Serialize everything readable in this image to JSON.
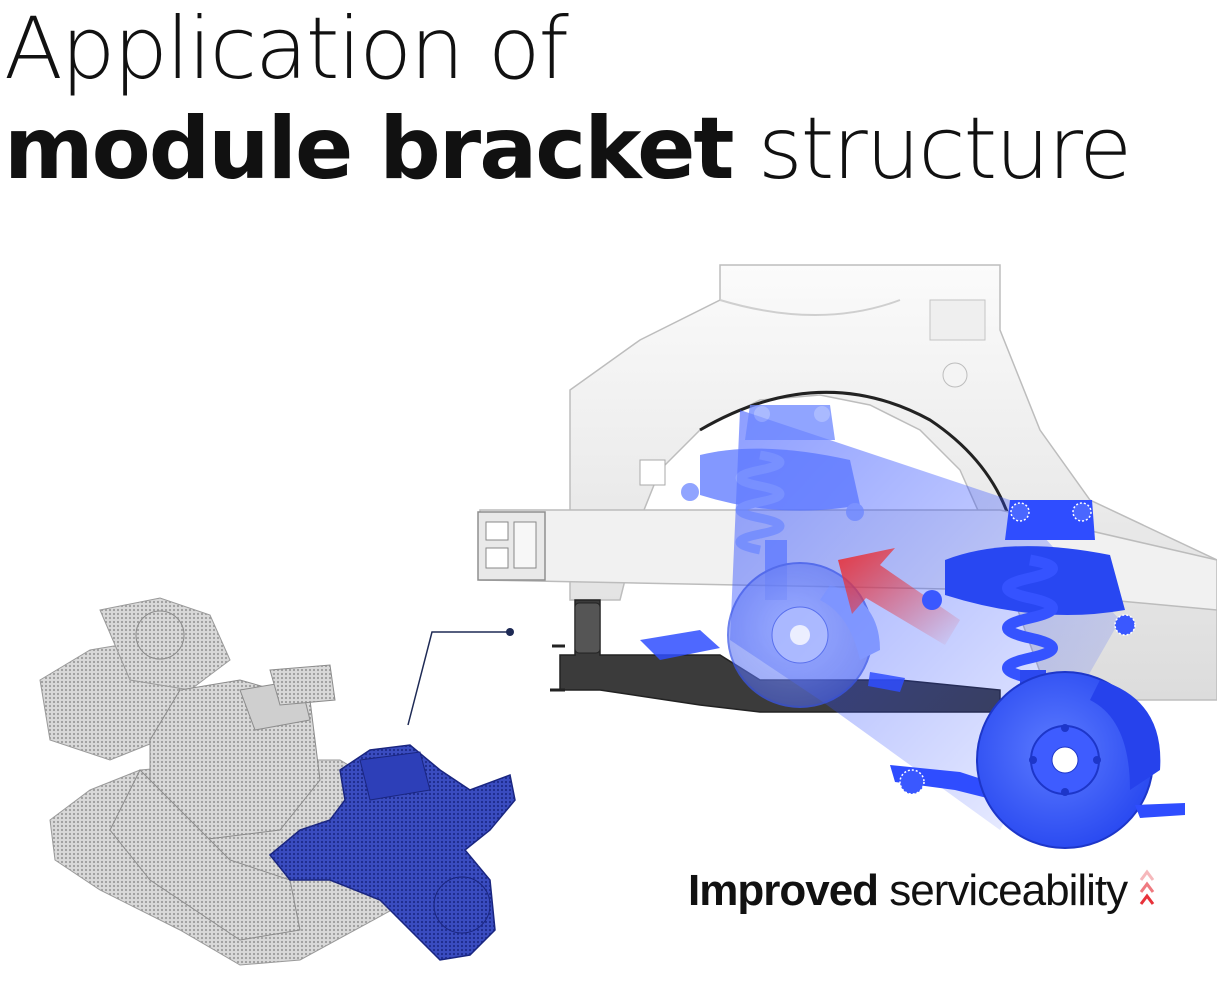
{
  "title": {
    "line1": "Application of",
    "line2_bold": "module bracket",
    "line2_rest": " structure"
  },
  "caption": {
    "bold": "Improved",
    "rest": " serviceability",
    "icon": "double-chevron-up-icon"
  },
  "colors": {
    "accent_blue": "#2f4dff",
    "dark_blue": "#1f2f9a",
    "arrow_red": "#e8323a",
    "body_gray": "#e6e6e6",
    "text": "#111111"
  }
}
